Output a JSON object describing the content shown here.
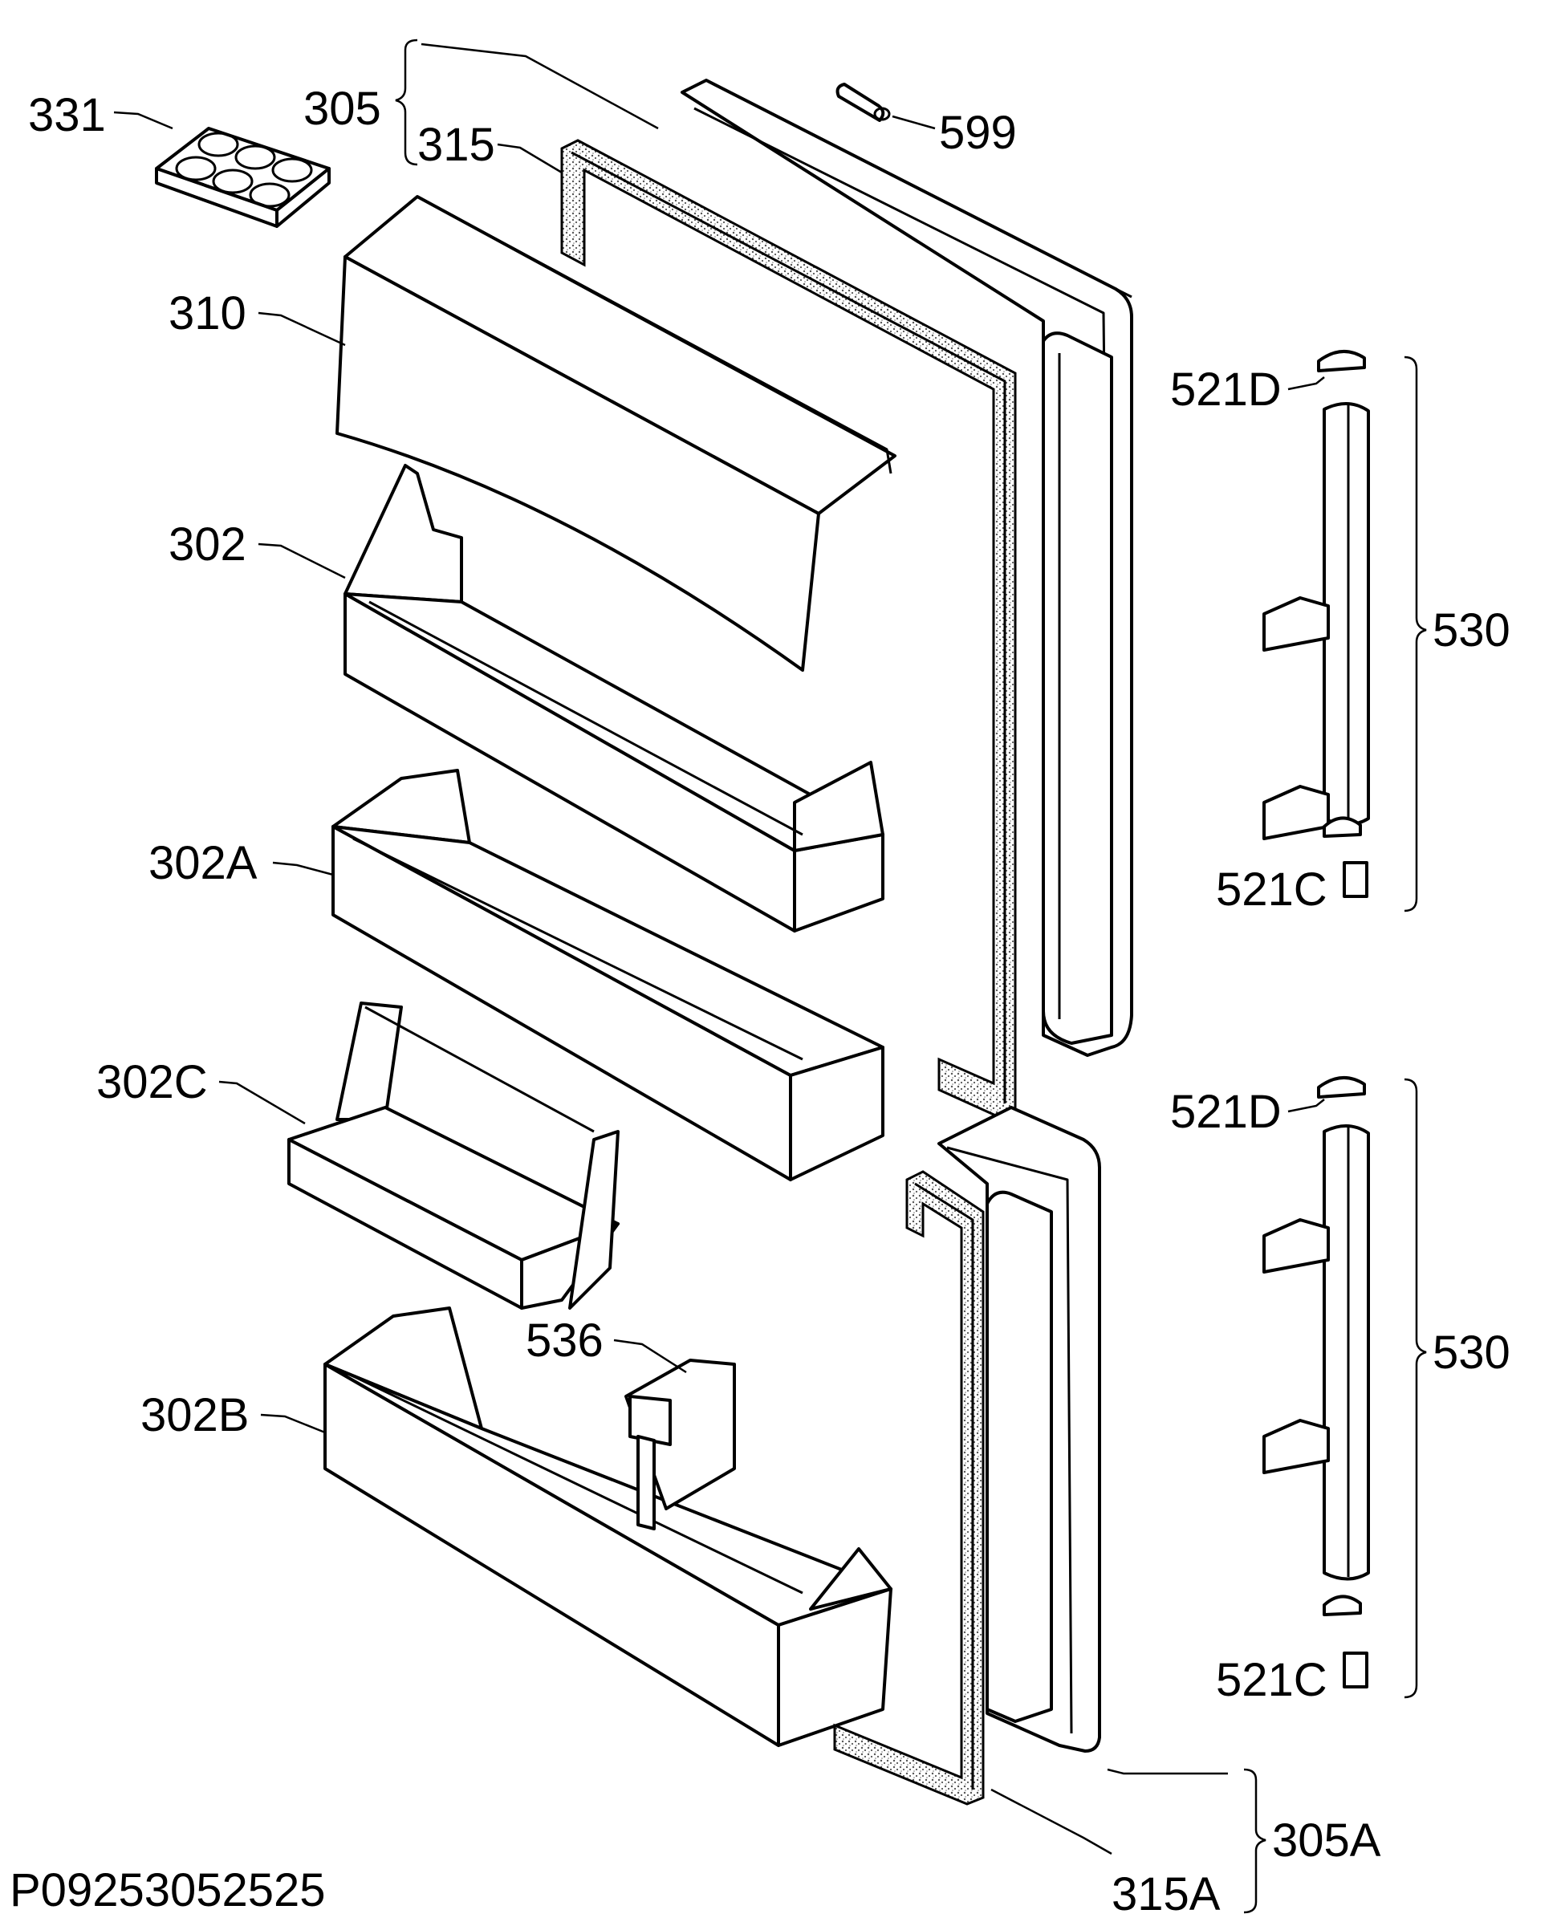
{
  "diagram_id": "P09253052525",
  "labels": {
    "l331": "331",
    "l305": "305",
    "l315": "315",
    "l599": "599",
    "l310": "310",
    "l302": "302",
    "l302A": "302A",
    "l302C": "302C",
    "l302B": "302B",
    "l536": "536",
    "l521D_top": "521D",
    "l530_top": "530",
    "l521C_top": "521C",
    "l521D_bottom": "521D",
    "l530_bottom": "530",
    "l521C_bottom": "521C",
    "l305A": "305A",
    "l315A": "315A"
  }
}
